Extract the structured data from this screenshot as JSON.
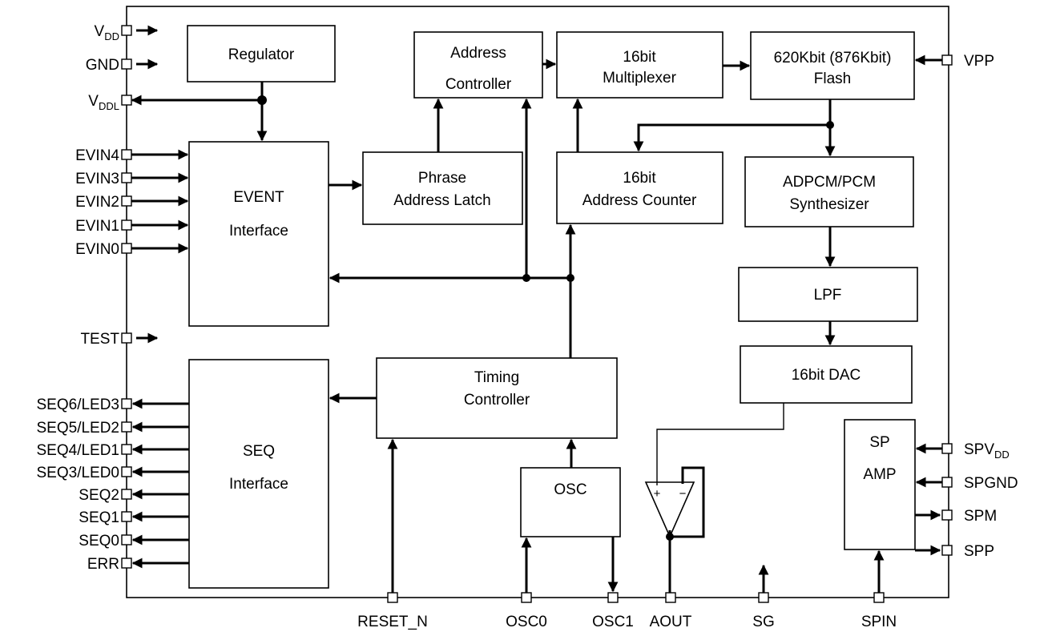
{
  "blocks": {
    "regulator": [
      "Regulator"
    ],
    "address_controller": [
      "Address",
      "Controller"
    ],
    "multiplexer": [
      "16bit",
      "Multiplexer"
    ],
    "flash": [
      "620Kbit (876Kbit)",
      "Flash"
    ],
    "event_interface": [
      "EVENT",
      "Interface"
    ],
    "phrase_address_latch": [
      "Phrase",
      "Address Latch"
    ],
    "address_counter": [
      "16bit",
      "Address Counter"
    ],
    "synthesizer": [
      "ADPCM/PCM",
      "Synthesizer"
    ],
    "lpf": [
      "LPF"
    ],
    "dac": [
      "16bit DAC"
    ],
    "timing_controller": [
      "Timing",
      "Controller"
    ],
    "seq_interface": [
      "SEQ",
      "Interface"
    ],
    "osc": [
      "OSC"
    ],
    "sp_amp": [
      "SP",
      "AMP"
    ]
  },
  "pins": {
    "left": [
      {
        "main": "V",
        "sub": "DD",
        "suffix": ""
      },
      {
        "main": "GND",
        "sub": "",
        "suffix": ""
      },
      {
        "main": "V",
        "sub": "DDL",
        "suffix": ""
      },
      {
        "main": "EVIN4",
        "sub": "",
        "suffix": ""
      },
      {
        "main": "EVIN3",
        "sub": "",
        "suffix": ""
      },
      {
        "main": "EVIN2",
        "sub": "",
        "suffix": ""
      },
      {
        "main": "EVIN1",
        "sub": "",
        "suffix": ""
      },
      {
        "main": "EVIN0",
        "sub": "",
        "suffix": ""
      },
      {
        "main": "TEST",
        "sub": "",
        "suffix": ""
      },
      {
        "main": "SEQ6/LED3",
        "sub": "",
        "suffix": ""
      },
      {
        "main": "SEQ5/LED2",
        "sub": "",
        "suffix": ""
      },
      {
        "main": "SEQ4/LED1",
        "sub": "",
        "suffix": ""
      },
      {
        "main": "SEQ3/LED0",
        "sub": "",
        "suffix": ""
      },
      {
        "main": "SEQ2",
        "sub": "",
        "suffix": ""
      },
      {
        "main": "SEQ1",
        "sub": "",
        "suffix": ""
      },
      {
        "main": "SEQ0",
        "sub": "",
        "suffix": ""
      },
      {
        "main": "ERR",
        "sub": "",
        "suffix": ""
      }
    ],
    "right": [
      {
        "main": "VPP",
        "sub": "",
        "suffix": ""
      },
      {
        "main": "SPV",
        "sub": "DD",
        "suffix": ""
      },
      {
        "main": "SPGND",
        "sub": "",
        "suffix": ""
      },
      {
        "main": "SPM",
        "sub": "",
        "suffix": ""
      },
      {
        "main": "SPP",
        "sub": "",
        "suffix": ""
      }
    ],
    "bottom": [
      "RESET_N",
      "OSC0",
      "OSC1",
      "AOUT",
      "SG",
      "SPIN"
    ]
  },
  "opamp": {
    "plus": "+",
    "minus": "−"
  }
}
